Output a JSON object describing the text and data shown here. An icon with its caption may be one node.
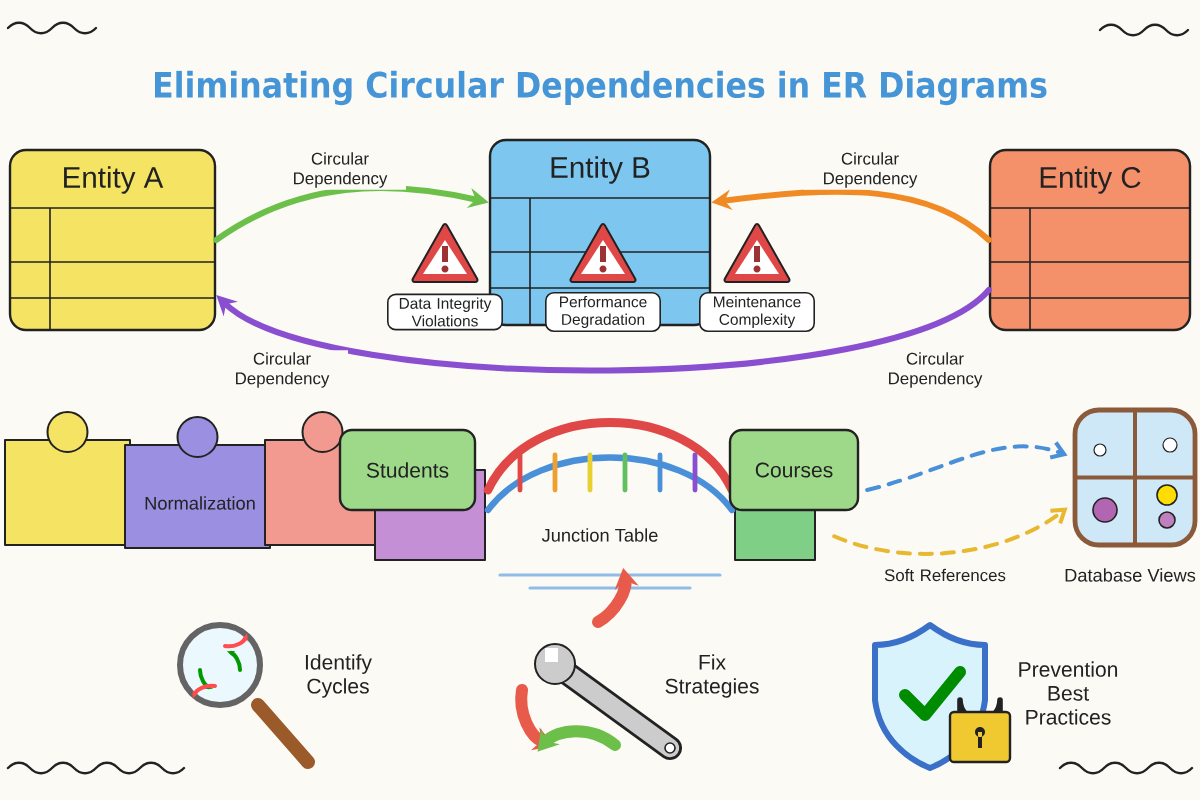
{
  "diagram": {
    "title": "Eliminating Circular Dependencies in ER Diagrams",
    "nodes": [
      {
        "text": [
          "Entity A"
        ]
      },
      {
        "text": [
          "Entity B"
        ]
      },
      {
        "text": [
          "Entity C"
        ]
      },
      {
        "text": [
          "Data Integrity Violations"
        ]
      },
      {
        "text": [
          "Performance Degradation"
        ]
      },
      {
        "text": [
          "Meintenance Complexity"
        ]
      },
      {
        "text": [
          "Normalization"
        ]
      },
      {
        "text": [
          "Students"
        ]
      },
      {
        "text": [
          "Junction Table"
        ]
      },
      {
        "text": [
          "Courses"
        ]
      },
      {
        "text": [
          "Database Views"
        ]
      }
    ],
    "edges": [
      {
        "from": 0,
        "to": 1,
        "arrow": "to",
        "label": "Circular Dependency",
        "color": "#6cc04a"
      },
      {
        "from": 2,
        "to": 1,
        "arrow": "to",
        "label": "Circular Dependency",
        "color": "#f08a24"
      },
      {
        "from": 2,
        "to": 0,
        "arrow": "to",
        "label": "Circular Dependency",
        "color": "#8a4fd0"
      },
      {
        "from": 9,
        "to": 10,
        "arrow": "to",
        "style": "dashed",
        "color": "#4a90d9"
      },
      {
        "from": 9,
        "to": 10,
        "arrow": "to",
        "style": "dashed",
        "color": "#e8b830",
        "label": "Soft References"
      }
    ],
    "labels": [
      "Circular Dependency",
      "Identify Cycles",
      "Fix Strategies",
      "Prevention Best Practices"
    ]
  }
}
